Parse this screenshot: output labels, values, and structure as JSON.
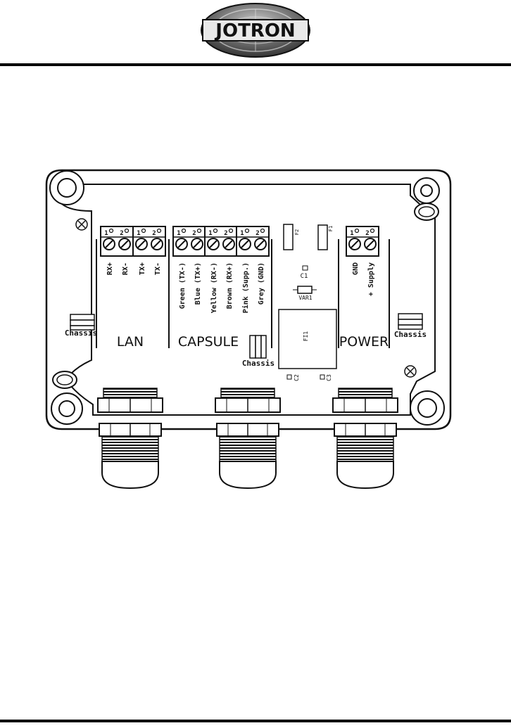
{
  "header": {
    "logo_text": "JOTRON"
  },
  "board": {
    "sections": {
      "lan": "LAN",
      "capsule": "CAPSULE",
      "power": "POWER"
    },
    "chassis_labels": {
      "left": "Chassis",
      "center": "Chassis",
      "right": "Chassis"
    },
    "terminal_pin_numbers": [
      "1",
      "2"
    ],
    "lan_pins": [
      "RX+",
      "RX-",
      "TX+",
      "TX-"
    ],
    "capsule_pins": [
      "Green (TX-)",
      "Blue (TX+)",
      "Yellow (RX-)",
      "Brown (RX+)",
      "Pink (Supp.)",
      "Grey (GND)"
    ],
    "power_pins": [
      "GND",
      "+ Supply"
    ],
    "components": {
      "f2": "F2",
      "f1": "F1",
      "c1": "C1",
      "var1": "VAR1",
      "fi1": "FI1",
      "c2": "C2",
      "c3": "C3"
    }
  }
}
